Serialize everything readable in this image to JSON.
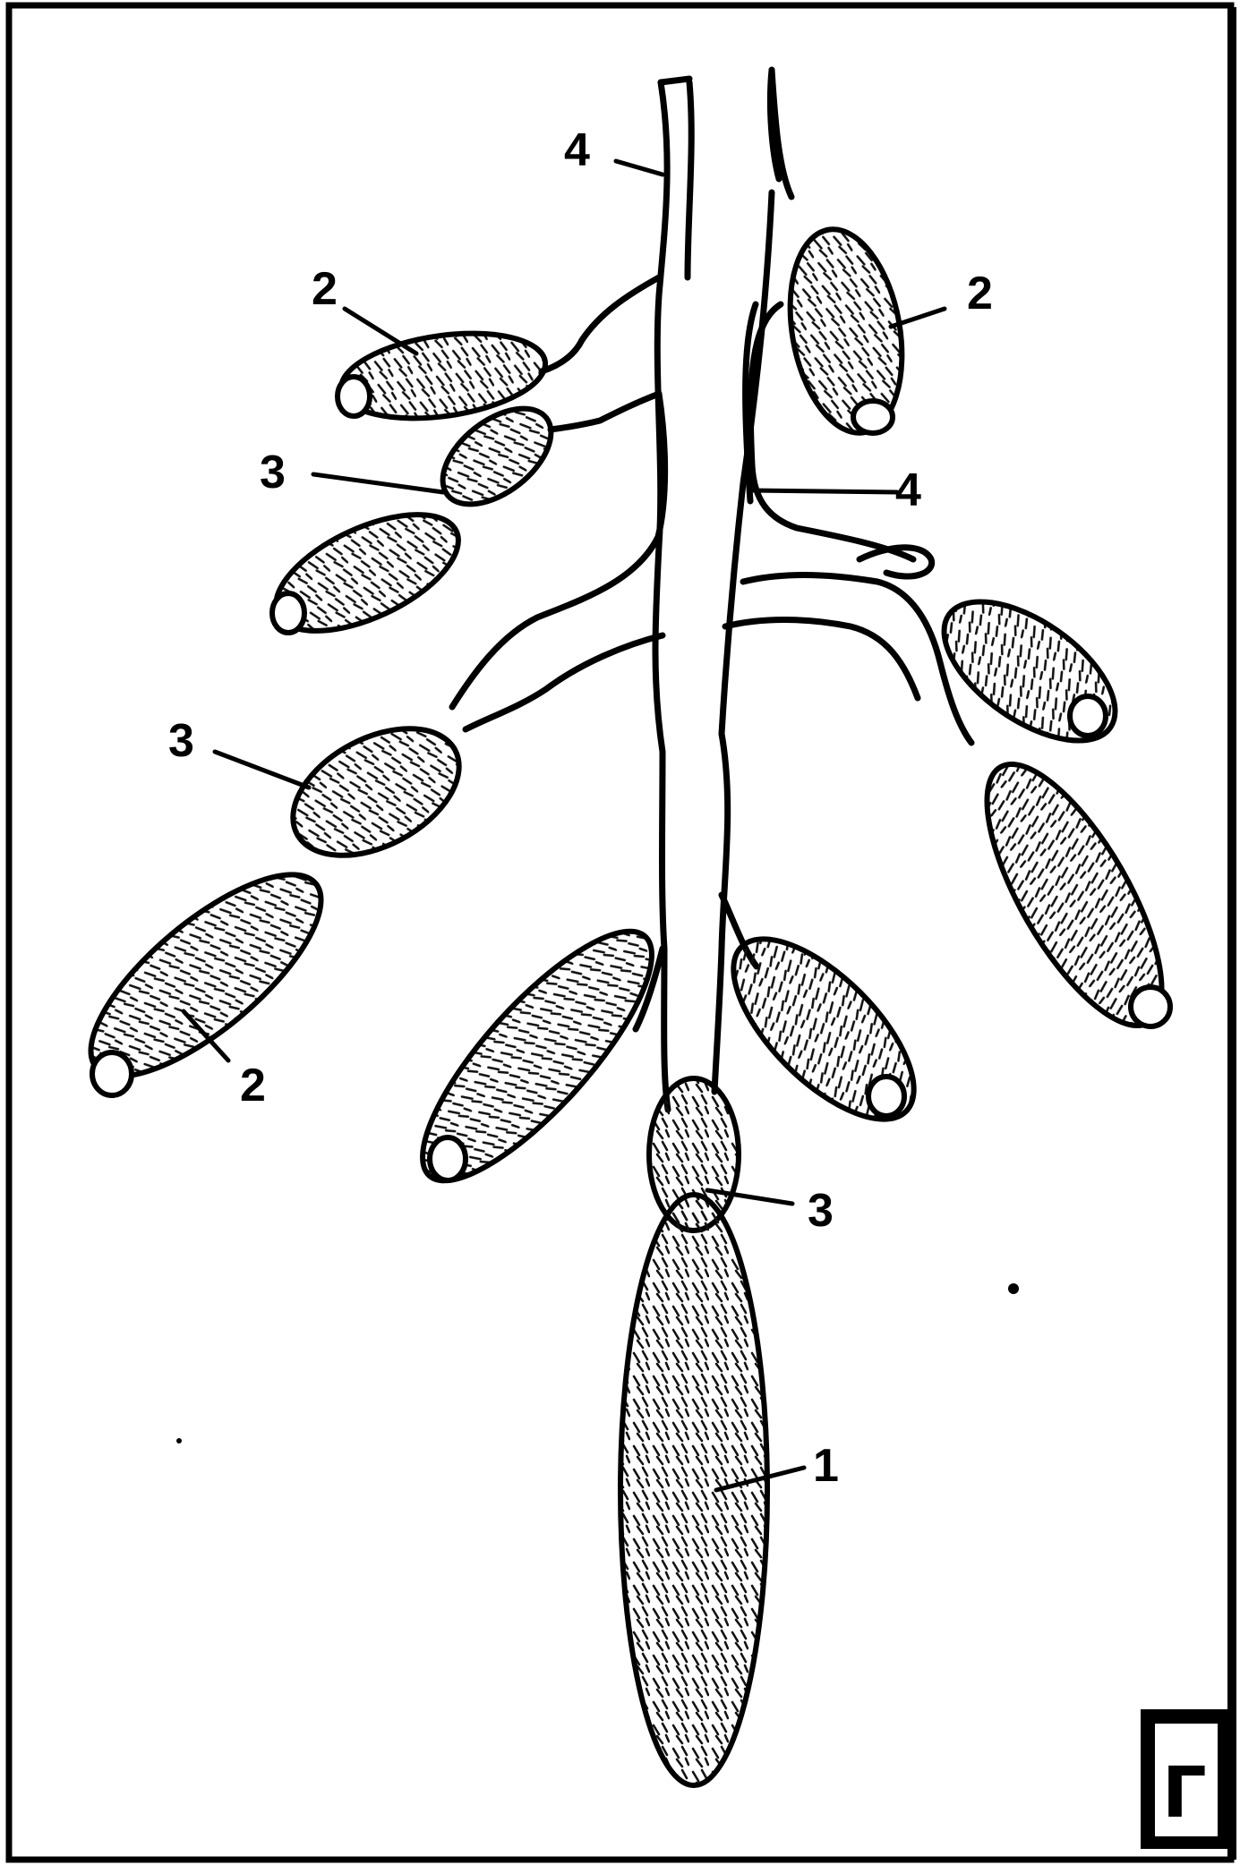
{
  "figure": {
    "labels": {
      "l1": "1",
      "l2_upper_left": "2",
      "l2_upper_right": "2",
      "l2_lower_left": "2",
      "l3_upper_left": "3",
      "l3_middle_left": "3",
      "l3_bottom": "3",
      "l4_top": "4",
      "l4_middle": "4"
    },
    "panel_letter": "Г"
  }
}
